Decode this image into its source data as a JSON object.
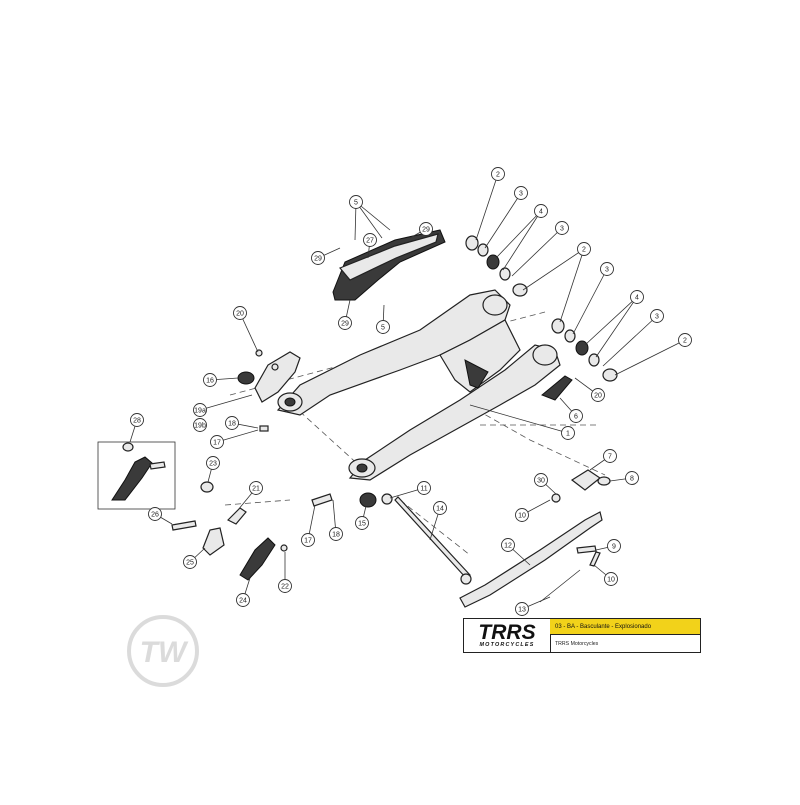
{
  "colors": {
    "accent_yellow": "#f2d21a",
    "logo_accent": "#e2a400",
    "ink": "#222222"
  },
  "watermark": {
    "text": "TW"
  },
  "title_block": {
    "brand": "TRRS",
    "brand_sub": "MOTORCYCLES",
    "title": "03 - BA - Basculante - Explosionado",
    "subtitle": "TRRS Motorcycles"
  },
  "callouts": [
    {
      "label": "2"
    },
    {
      "label": "3"
    },
    {
      "label": "4"
    },
    {
      "label": "3"
    },
    {
      "label": "2"
    },
    {
      "label": "3"
    },
    {
      "label": "4"
    },
    {
      "label": "3"
    },
    {
      "label": "2"
    },
    {
      "label": "5"
    },
    {
      "label": "29"
    },
    {
      "label": "27"
    },
    {
      "label": "29"
    },
    {
      "label": "29"
    },
    {
      "label": "5"
    },
    {
      "label": "20"
    },
    {
      "label": "16"
    },
    {
      "label": "19a"
    },
    {
      "label": "19b"
    },
    {
      "label": "18"
    },
    {
      "label": "17"
    },
    {
      "label": "20"
    },
    {
      "label": "6"
    },
    {
      "label": "1"
    },
    {
      "label": "28"
    },
    {
      "label": "23"
    },
    {
      "label": "21"
    },
    {
      "label": "26"
    },
    {
      "label": "25"
    },
    {
      "label": "24"
    },
    {
      "label": "22"
    },
    {
      "label": "17"
    },
    {
      "label": "18"
    },
    {
      "label": "15"
    },
    {
      "label": "11"
    },
    {
      "label": "14"
    },
    {
      "label": "7"
    },
    {
      "label": "30"
    },
    {
      "label": "8"
    },
    {
      "label": "10"
    },
    {
      "label": "12"
    },
    {
      "label": "9"
    },
    {
      "label": "10"
    },
    {
      "label": "13"
    }
  ]
}
